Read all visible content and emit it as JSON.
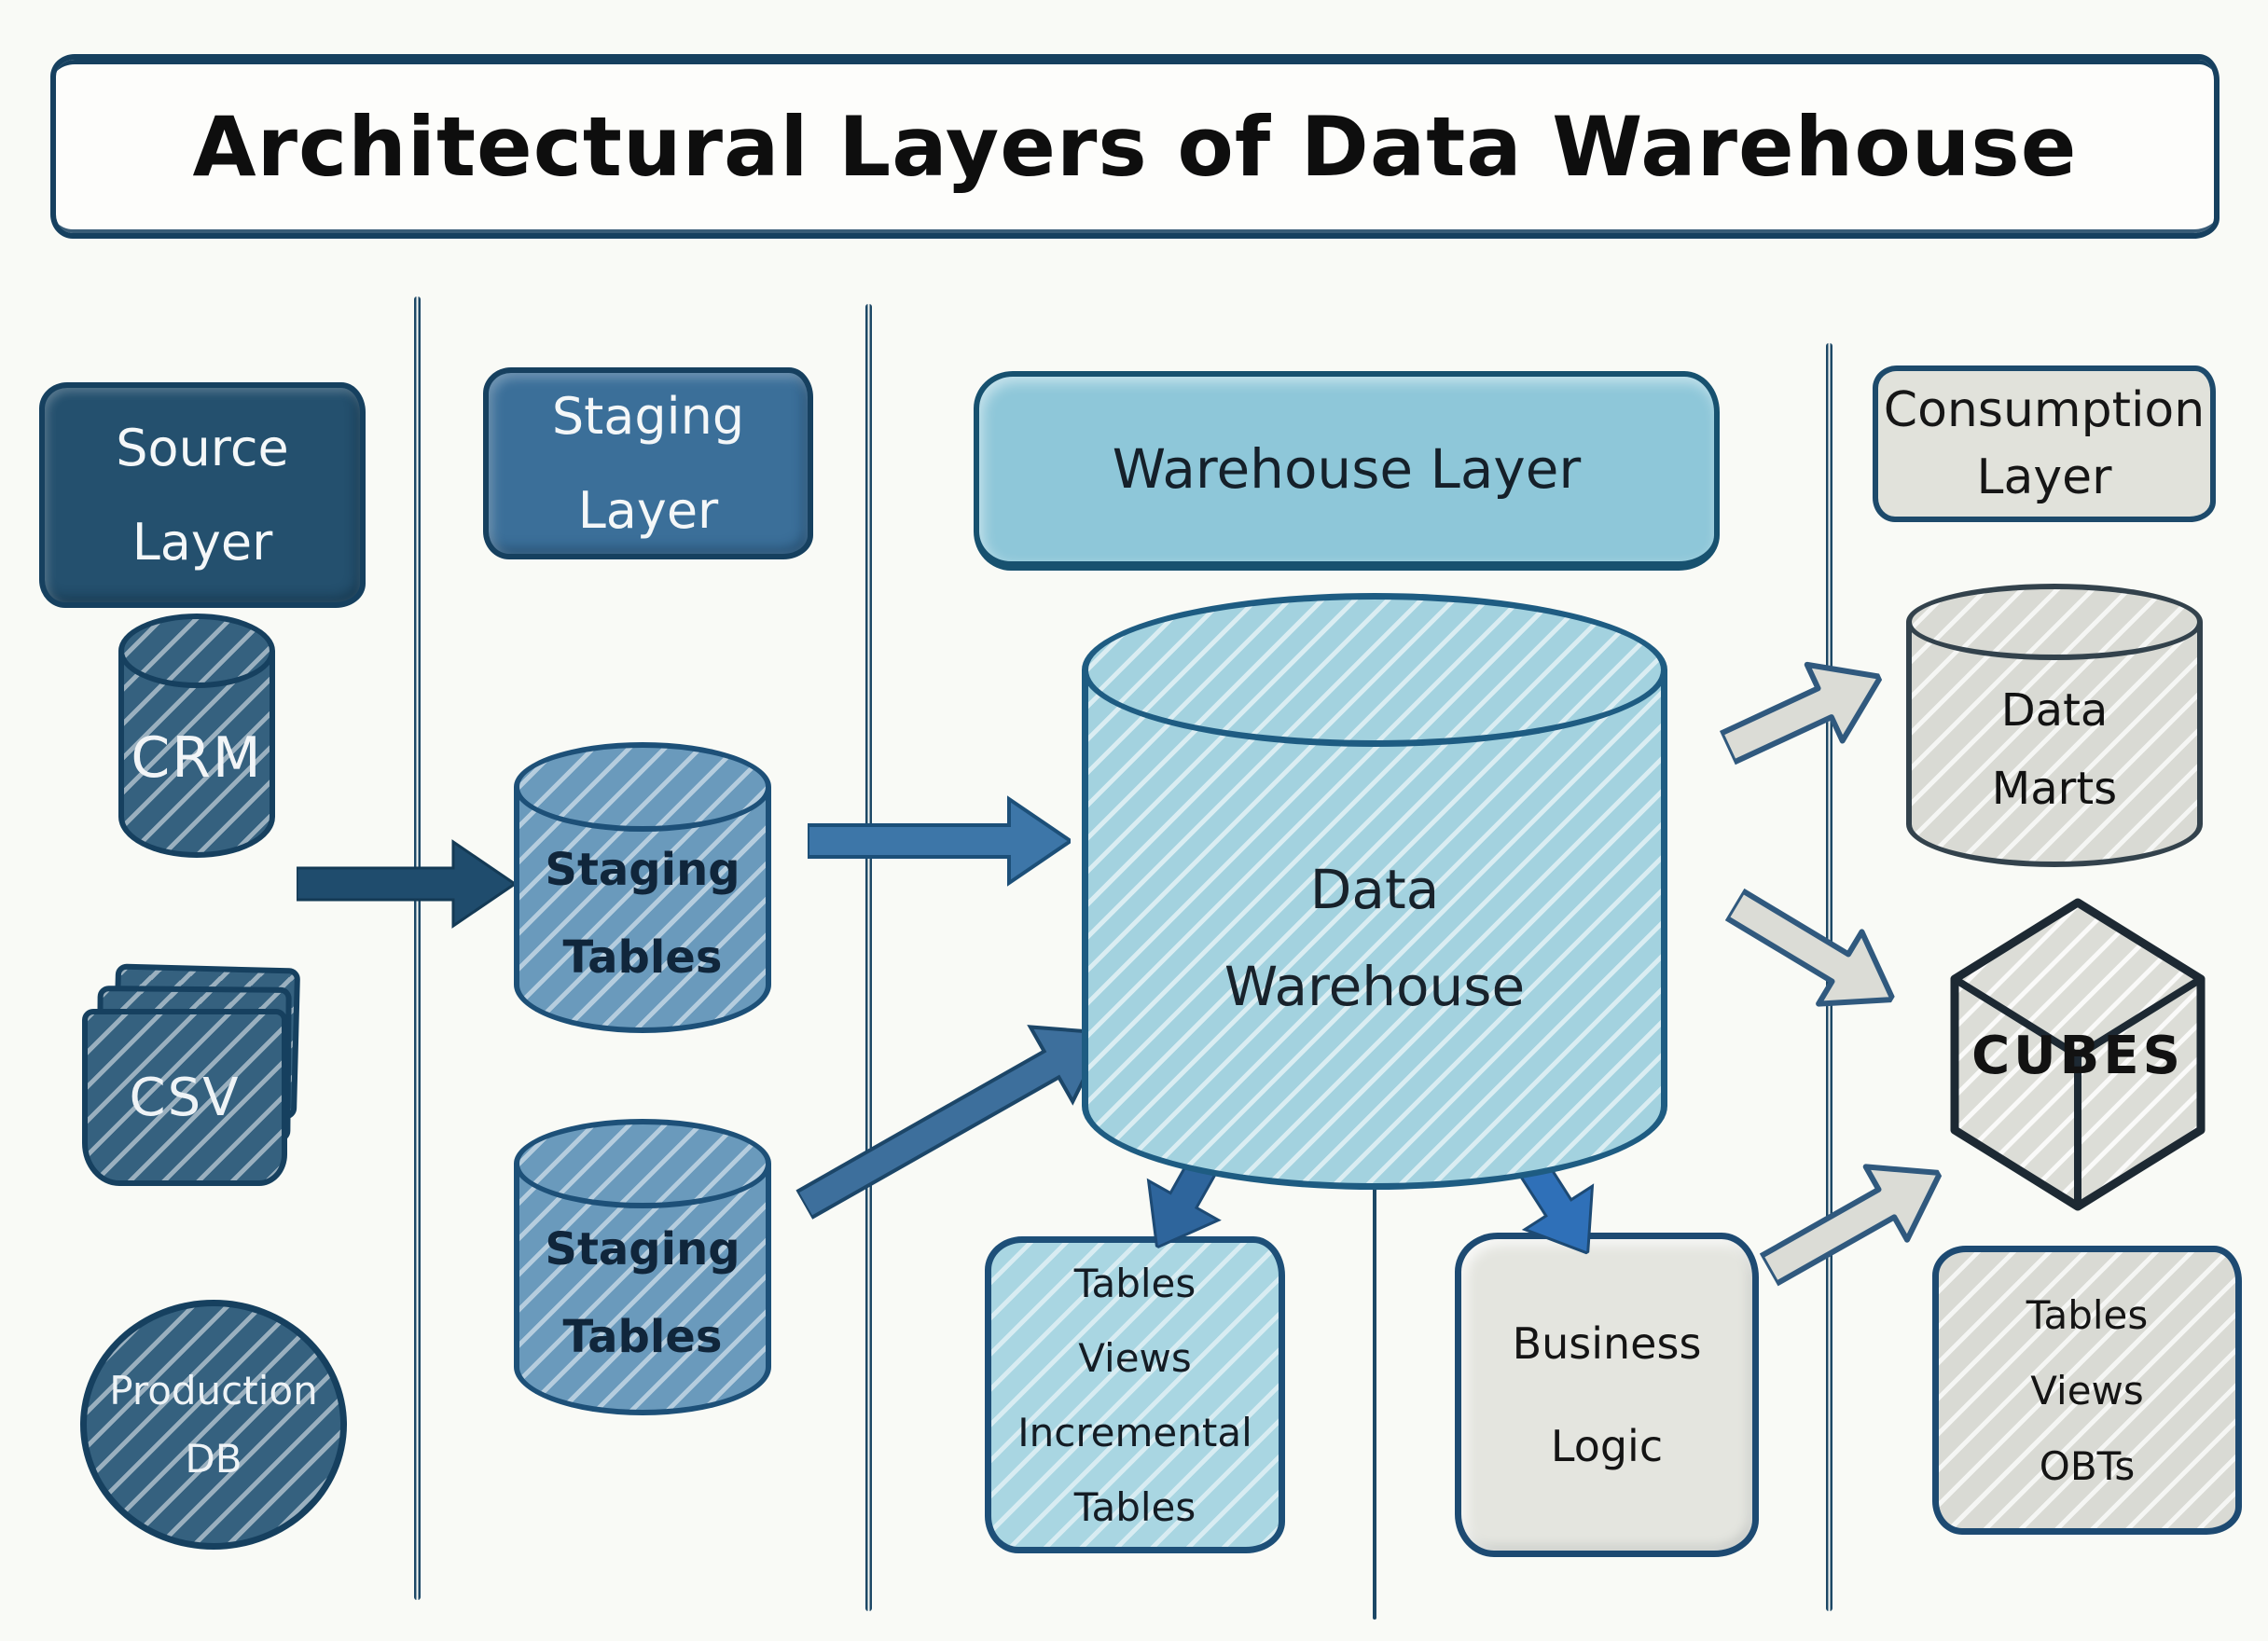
{
  "diagram_title": "Architectural Layers of Data Warehouse",
  "colors": {
    "background": "#f9faf6",
    "outline_navy": "#16405f",
    "source_header_fill": "#24506e",
    "dark_cylinder_fill": "#35617f",
    "staging_header_fill": "#3b6f99",
    "staging_cylinder_fill": "#6a9abc",
    "warehouse_banner_fill": "#8ec7d9",
    "warehouse_cylinder_fill": "#a3d2df",
    "warehouse_box_fill": "#a9d6e2",
    "consumption_fill": "#e1e2db",
    "arrow_navy": "#1f4c6d",
    "arrow_blue": "#3d76a8",
    "arrow_bright_blue": "#2f70b8",
    "gray_arrow_fill": "#dbdcd6",
    "gray_arrow_edge": "#30597e"
  },
  "source_layer": {
    "header_lines": [
      "Source",
      "Layer"
    ],
    "crm_label": "CRM",
    "csv_label": "CSV",
    "production_db_lines": [
      "Production",
      "DB"
    ]
  },
  "staging_layer": {
    "header_lines": [
      "Staging",
      "Layer"
    ],
    "staging_tables_1_lines": [
      "Staging",
      "Tables"
    ],
    "staging_tables_2_lines": [
      "Staging",
      "Tables"
    ]
  },
  "warehouse_layer": {
    "header": "Warehouse Layer",
    "data_warehouse_lines": [
      "Data",
      "Warehouse"
    ],
    "warehouse_objects_lines": [
      "Tables",
      "Views",
      "Incremental",
      "Tables"
    ],
    "business_logic_lines": [
      "Business",
      "Logic"
    ]
  },
  "consumption_layer": {
    "header_lines": [
      "Consumption",
      "Layer"
    ],
    "data_marts_lines": [
      "Data",
      "Marts"
    ],
    "cubes_label": "CUBES",
    "consumption_objects_lines": [
      "Tables",
      "Views",
      "OBTs"
    ]
  }
}
